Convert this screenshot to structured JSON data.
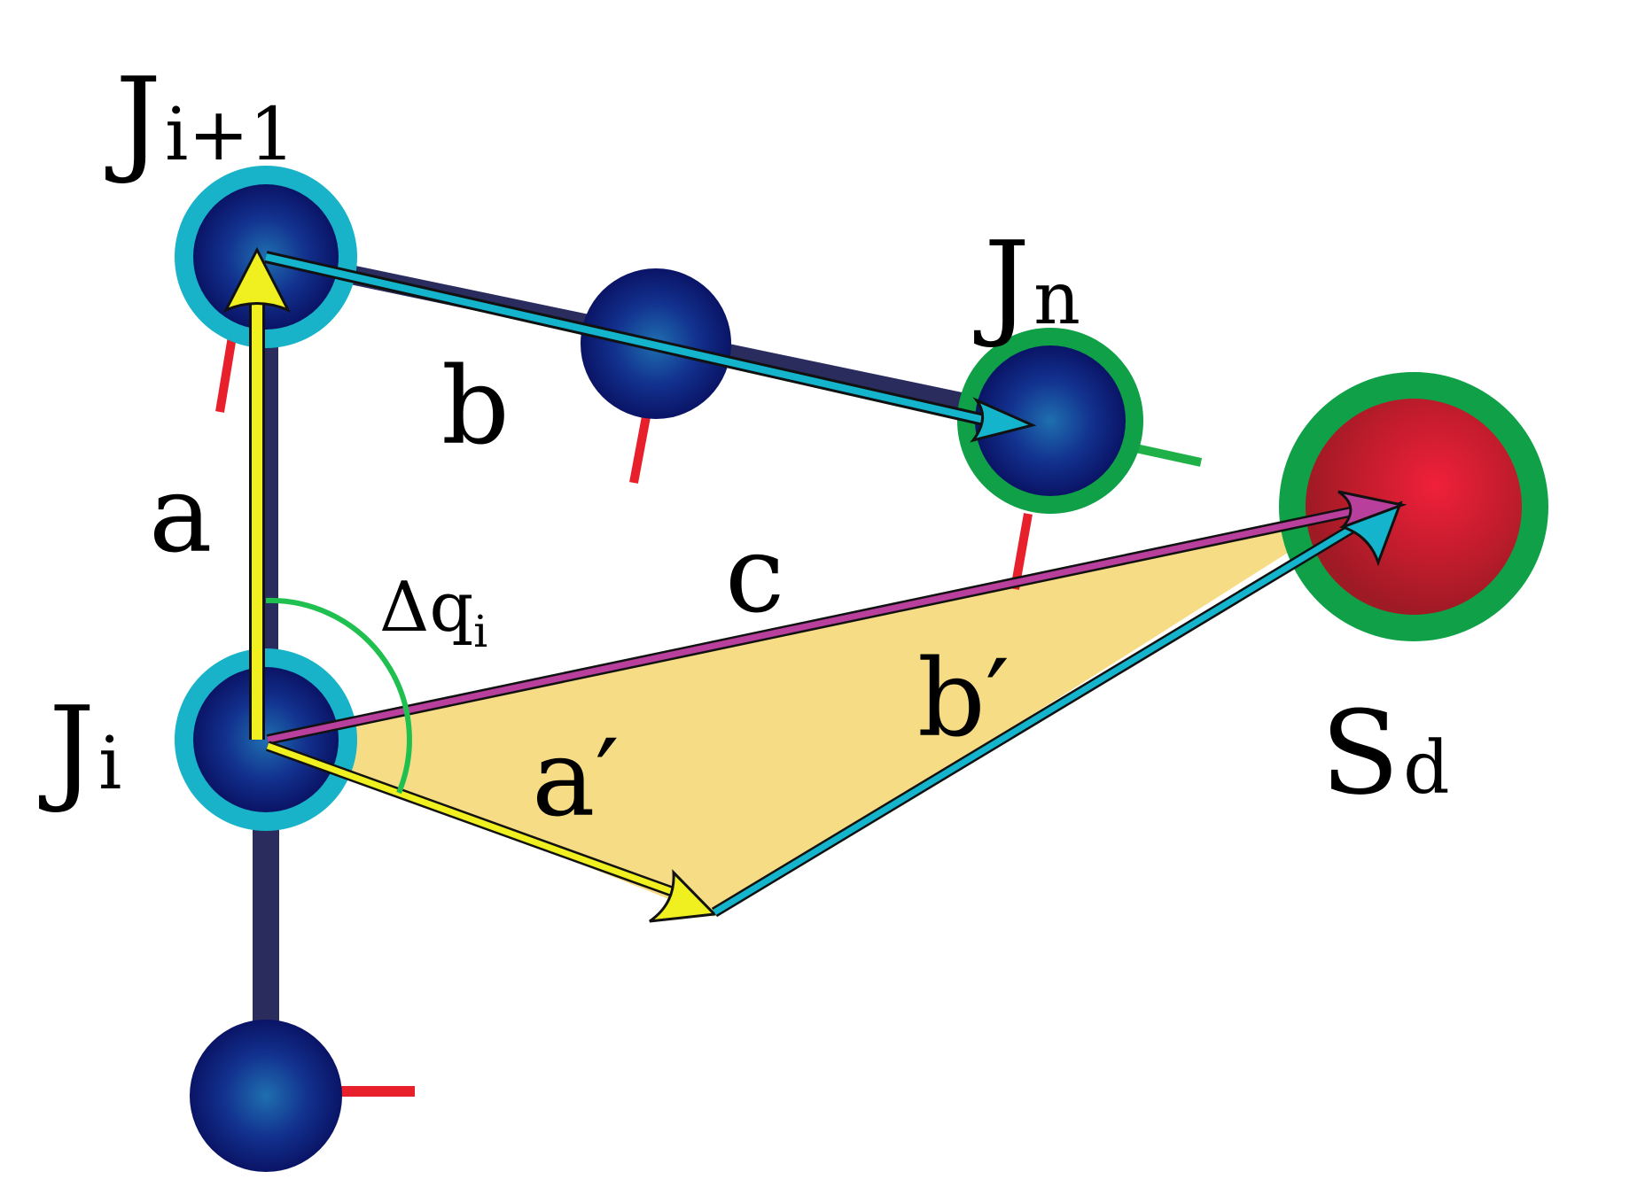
{
  "colors": {
    "link": "#2a2c5e",
    "joint_dark": "#0c1a78",
    "joint_light": "#1f6fb0",
    "joint_ring": "#18b3c8",
    "end_ring": "#0fa048",
    "target_core": "#f0203a",
    "target_dark": "#9e1a24",
    "triangle_fill": "#f6dc84",
    "vec_a": "#f0f020",
    "vec_b": "#14b4cc",
    "vec_c": "#b8409c",
    "angle_arc": "#20c050",
    "axis_tick": "#e8202c"
  },
  "labels": {
    "j_next_main": "J",
    "j_next_sub": "i+1",
    "j_n_main": "J",
    "j_n_sub": "n",
    "j_i_main": "J",
    "j_i_sub": "i",
    "s_d_main": "S",
    "s_d_sub": "d",
    "vec_a": "a",
    "vec_b": "b",
    "vec_c": "c",
    "vec_a_prime": "a′",
    "vec_b_prime": "b′",
    "angle_main": "Δq",
    "angle_sub": "i"
  }
}
